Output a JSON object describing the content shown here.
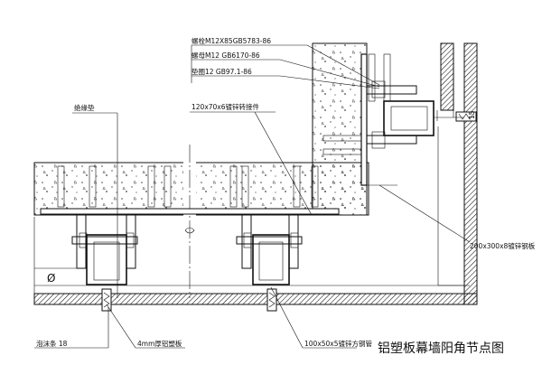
{
  "labels": {
    "bolt": "螺栓M12X85GB5783-86",
    "nut": "螺母M12   GB6170-86",
    "washer": "垫圈12    GB97.1-86",
    "insulation_pad": "绝缘垫",
    "angle_steel": "120x70x6镀锌转接件",
    "steel_plate": "200x300x8镀锌钢板",
    "foam_rod": "泡沫条  18",
    "al_plastic_panel": "4mm厚铝塑板",
    "square_tube": "100x50x5镀锌方钢管",
    "dim_15": "15",
    "diameter_mark": "Ø"
  },
  "title": "铝塑板幕墙阳角节点图"
}
